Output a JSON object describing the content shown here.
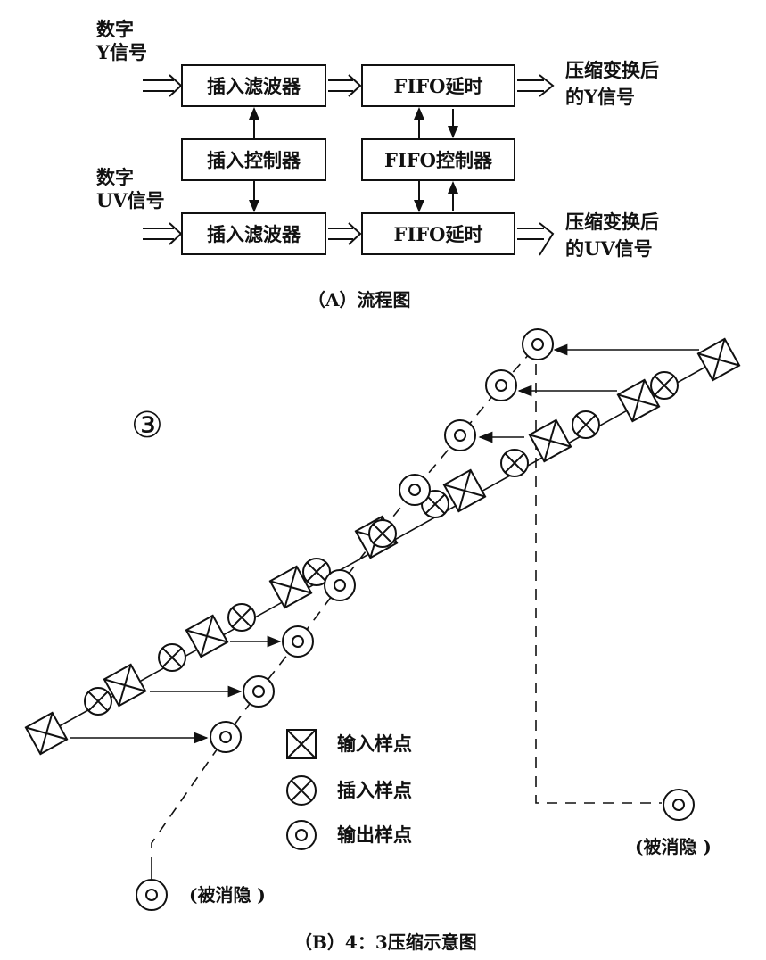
{
  "flow": {
    "input_y": [
      "数字",
      "Y信号"
    ],
    "input_uv": [
      "数字",
      "UV信号"
    ],
    "insert_filter_y": "插入滤波器",
    "insert_controller": "插入控制器",
    "insert_filter_uv": "插入滤波器",
    "fifo_delay_y": "FIFO延时",
    "fifo_controller": "FIFO控制器",
    "fifo_delay_uv": "FIFO延时",
    "output_y": [
      "压缩变换后",
      "的Y信号"
    ],
    "output_uv": [
      "压缩变换后",
      "的UV信号"
    ],
    "caption": "（A）流程图"
  },
  "diagram": {
    "marker": "③",
    "legend": [
      {
        "symbol": "input-sample",
        "label": "输入样点"
      },
      {
        "symbol": "interpolated-sample",
        "label": "插入样点"
      },
      {
        "symbol": "output-sample",
        "label": "输出样点"
      }
    ],
    "blanked_left": "(被消隐 )",
    "blanked_right": "(被消隐 )",
    "caption": "（B）4：3压缩示意图"
  }
}
